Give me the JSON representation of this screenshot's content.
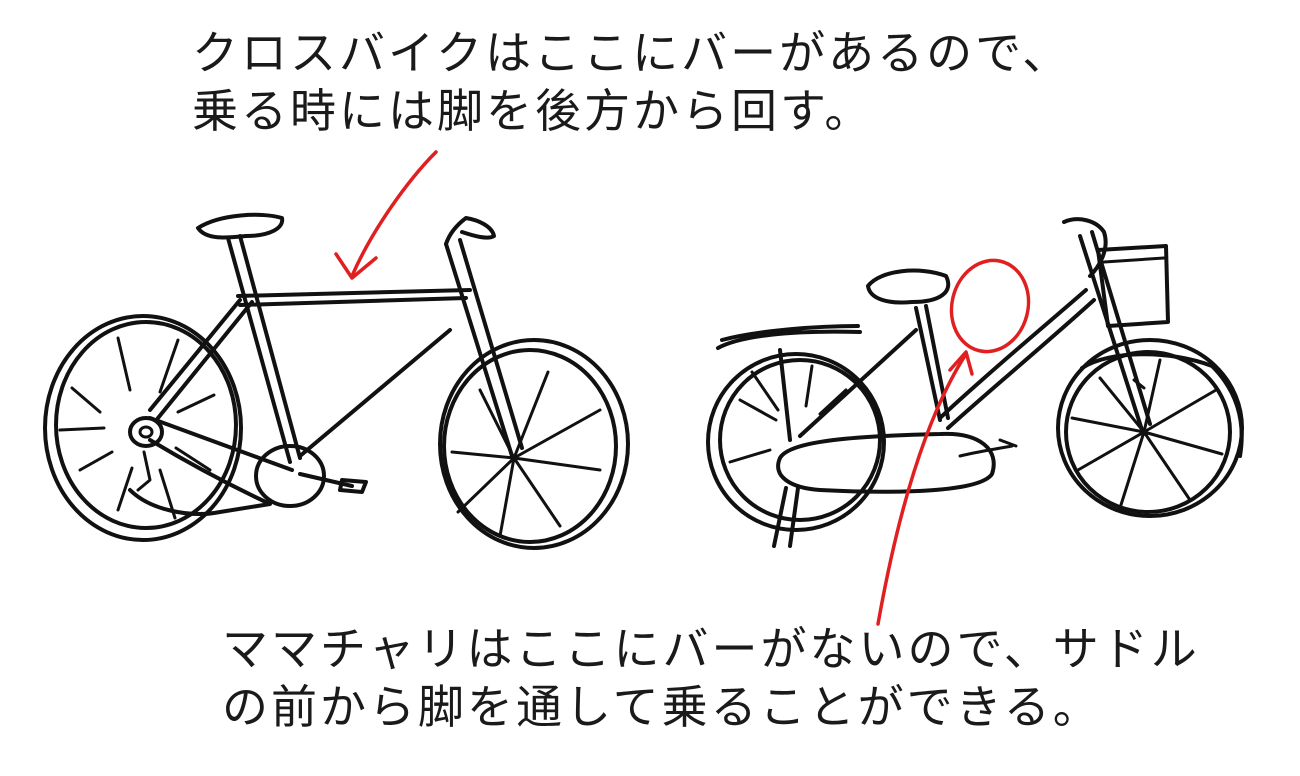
{
  "captions": {
    "top": [
      "クロスバイクはここにバーがあるので、",
      "乗る時には脚を後方から回す。"
    ],
    "bottom": [
      "ママチャリはここにバーがないので、サドル",
      "の前から脚を通して乗ることができる。"
    ]
  },
  "illustrations": {
    "left": "cross-bike",
    "right": "mamachari"
  },
  "colors": {
    "ink": "#111111",
    "annotation": "#e02020",
    "background": "#ffffff"
  }
}
